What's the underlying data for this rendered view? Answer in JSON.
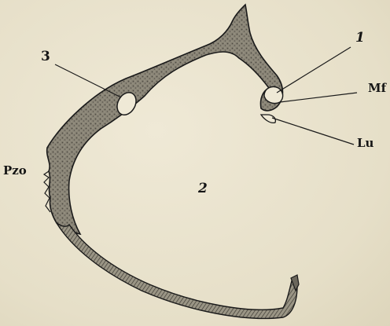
{
  "figure": {
    "labels": {
      "l1": "1",
      "l2": "2",
      "l3": "3",
      "mf": "Mf",
      "lu": "Lu",
      "pzo": "Pzo"
    },
    "colors": {
      "background": "#e9e3cf",
      "bone_fill": "#7d786c",
      "ink": "#1a1a1a"
    }
  }
}
